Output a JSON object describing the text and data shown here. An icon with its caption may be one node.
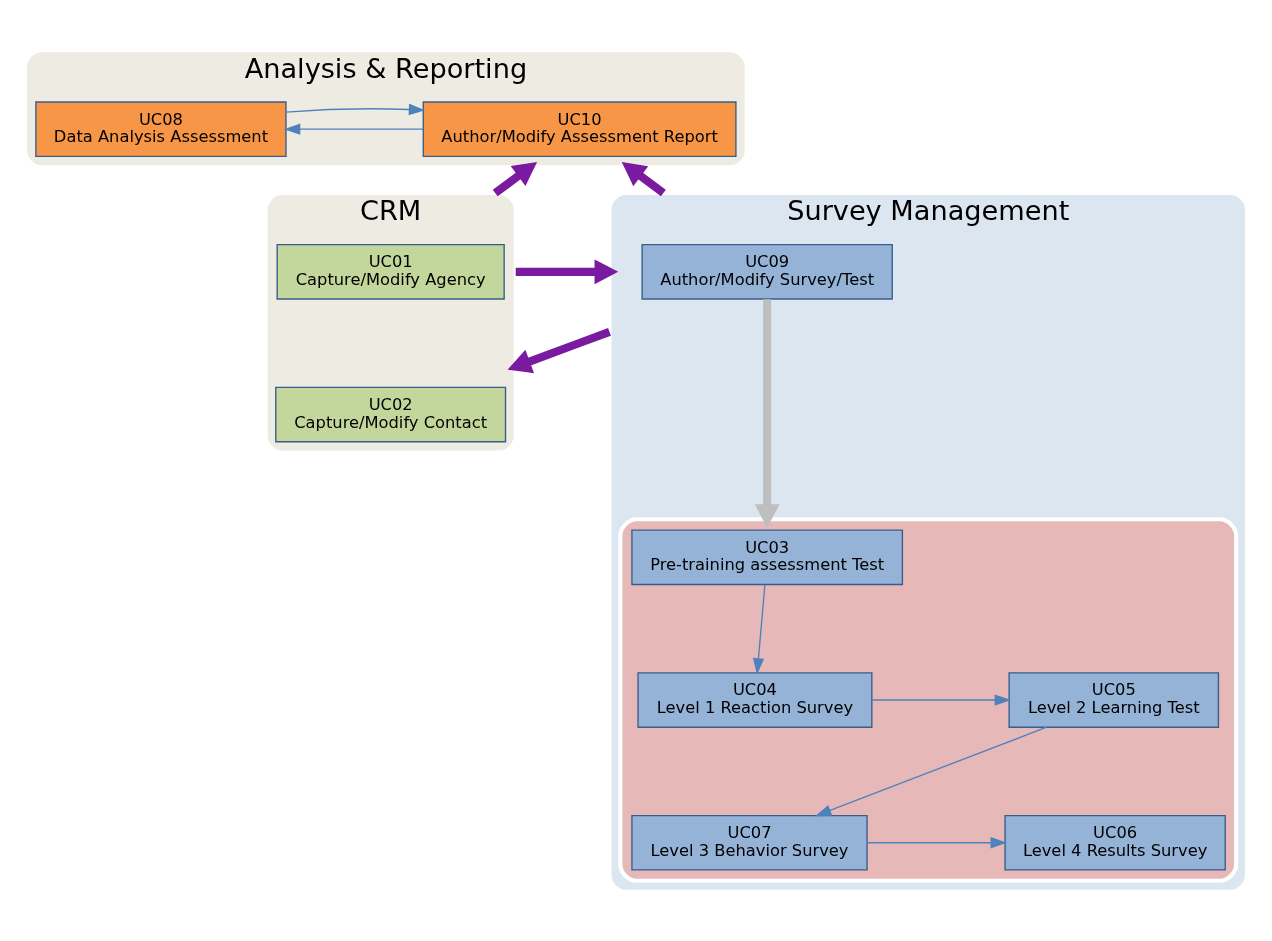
{
  "diagram": {
    "nodes": [
      {
        "text": [
          "Analysis & Reporting"
        ]
      },
      {
        "text": [
          "UC10",
          "Author/Modify Assessment Report"
        ],
        "in": 0
      },
      {
        "text": [
          "UC08",
          "Data Analysis Assessment"
        ],
        "in": 0
      },
      {
        "text": [
          "CRM"
        ]
      },
      {
        "text": [
          "UC01",
          "Capture/Modify Agency"
        ],
        "in": 3
      },
      {
        "text": [
          "UC02",
          "Capture/Modify Contact"
        ],
        "in": 3
      },
      {
        "text": [
          "Survey Management"
        ]
      },
      {
        "text": [
          "UC09",
          "Author/Modify Survey/Test"
        ],
        "in": 6
      },
      {
        "text": [],
        "shape": "box",
        "in": 6
      },
      {
        "text": [
          "UC03",
          "Pre-training assessment Test"
        ],
        "in": 8
      },
      {
        "text": [
          "UC04",
          "Level 1 Reaction Survey"
        ],
        "in": 8
      },
      {
        "text": [
          "UC05",
          "Level 2 Learning Test"
        ],
        "in": 8
      },
      {
        "text": [
          "UC06",
          "Level 4 Results Survey"
        ],
        "in": 8
      },
      {
        "text": [
          "UC07",
          "Level 3 Behavior Survey"
        ],
        "in": 8
      }
    ],
    "edges": [
      {
        "from": 1,
        "to": 2,
        "arrow": "to"
      },
      {
        "from": 2,
        "to": 1,
        "arrow": "to"
      },
      {
        "from": 3,
        "to": 0,
        "arrow": "to",
        "style": "thick",
        "color": "#7a1aa0"
      },
      {
        "from": 6,
        "to": 0,
        "arrow": "to",
        "style": "thick",
        "color": "#7a1aa0"
      },
      {
        "from": 3,
        "to": 6,
        "arrow": "to",
        "style": "thick",
        "color": "#7a1aa0"
      },
      {
        "from": 6,
        "to": 3,
        "arrow": "to",
        "style": "thick",
        "color": "#7a1aa0"
      },
      {
        "from": 7,
        "to": 8,
        "arrow": "to",
        "style": "thick",
        "color": "#bfbfbf"
      },
      {
        "from": 9,
        "to": 10,
        "arrow": "to"
      },
      {
        "from": 10,
        "to": 11,
        "arrow": "to"
      },
      {
        "from": 11,
        "to": 13,
        "arrow": "to"
      },
      {
        "from": 13,
        "to": 12,
        "arrow": "to"
      }
    ]
  }
}
